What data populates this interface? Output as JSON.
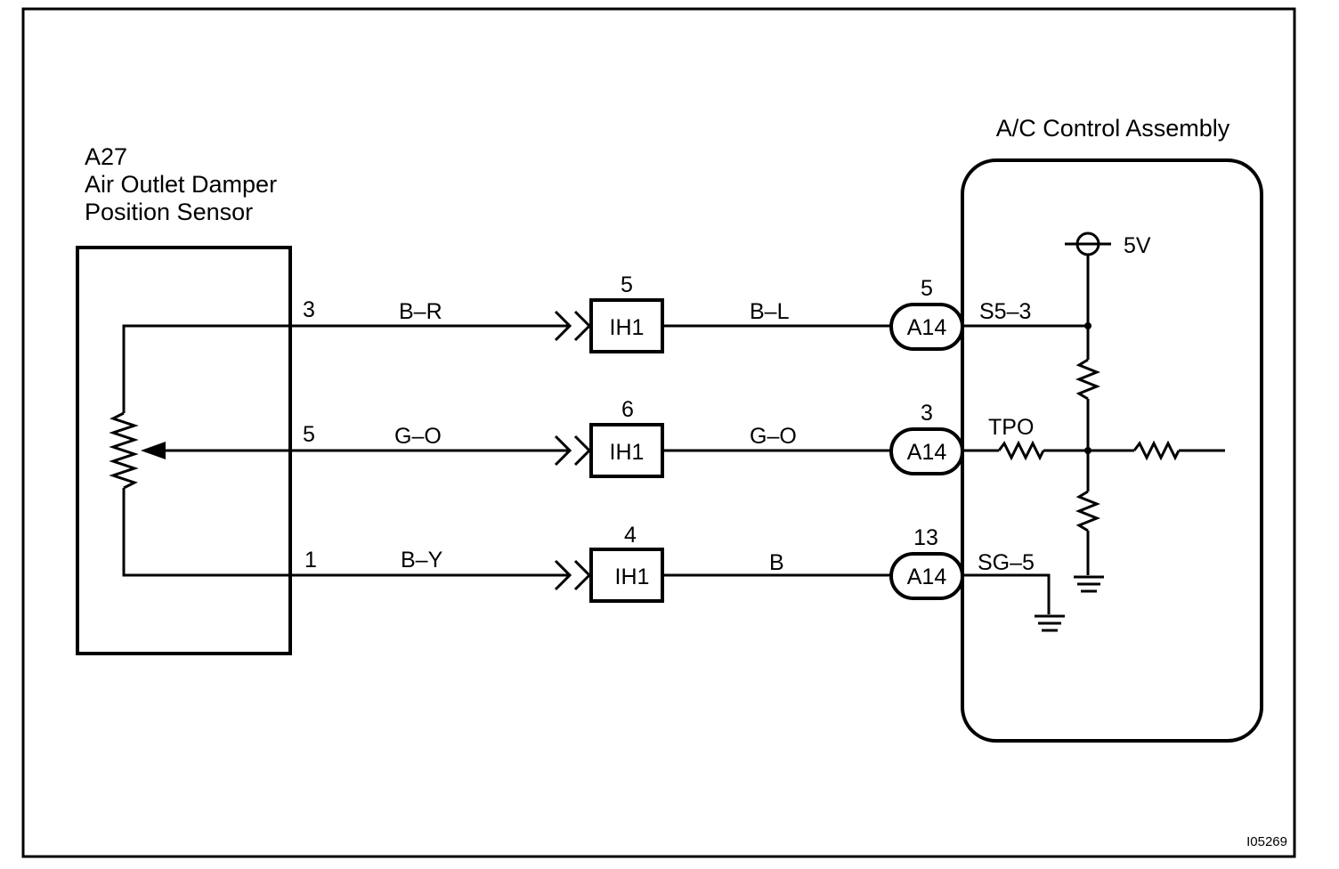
{
  "drawing_id": "I05269",
  "sensor": {
    "code": "A27",
    "name_line1": "Air Outlet Damper",
    "name_line2": "Position Sensor"
  },
  "assembly": {
    "name": "A/C Control Assembly",
    "supply": "5V"
  },
  "circuits": [
    {
      "sensor_pin": "3",
      "wire_left": "B–R",
      "junction": "IH1",
      "junction_pin": "5",
      "wire_right": "B–L",
      "connector": "A14",
      "connector_pin": "5",
      "terminal": "S5–3"
    },
    {
      "sensor_pin": "5",
      "wire_left": "G–O",
      "junction": "IH1",
      "junction_pin": "6",
      "wire_right": "G–O",
      "connector": "A14",
      "connector_pin": "3",
      "terminal": "TPO"
    },
    {
      "sensor_pin": "1",
      "wire_left": "B–Y",
      "junction": "IH1",
      "junction_pin": "4",
      "wire_right": "B",
      "connector": "A14",
      "connector_pin": "13",
      "terminal": "SG–5"
    }
  ]
}
